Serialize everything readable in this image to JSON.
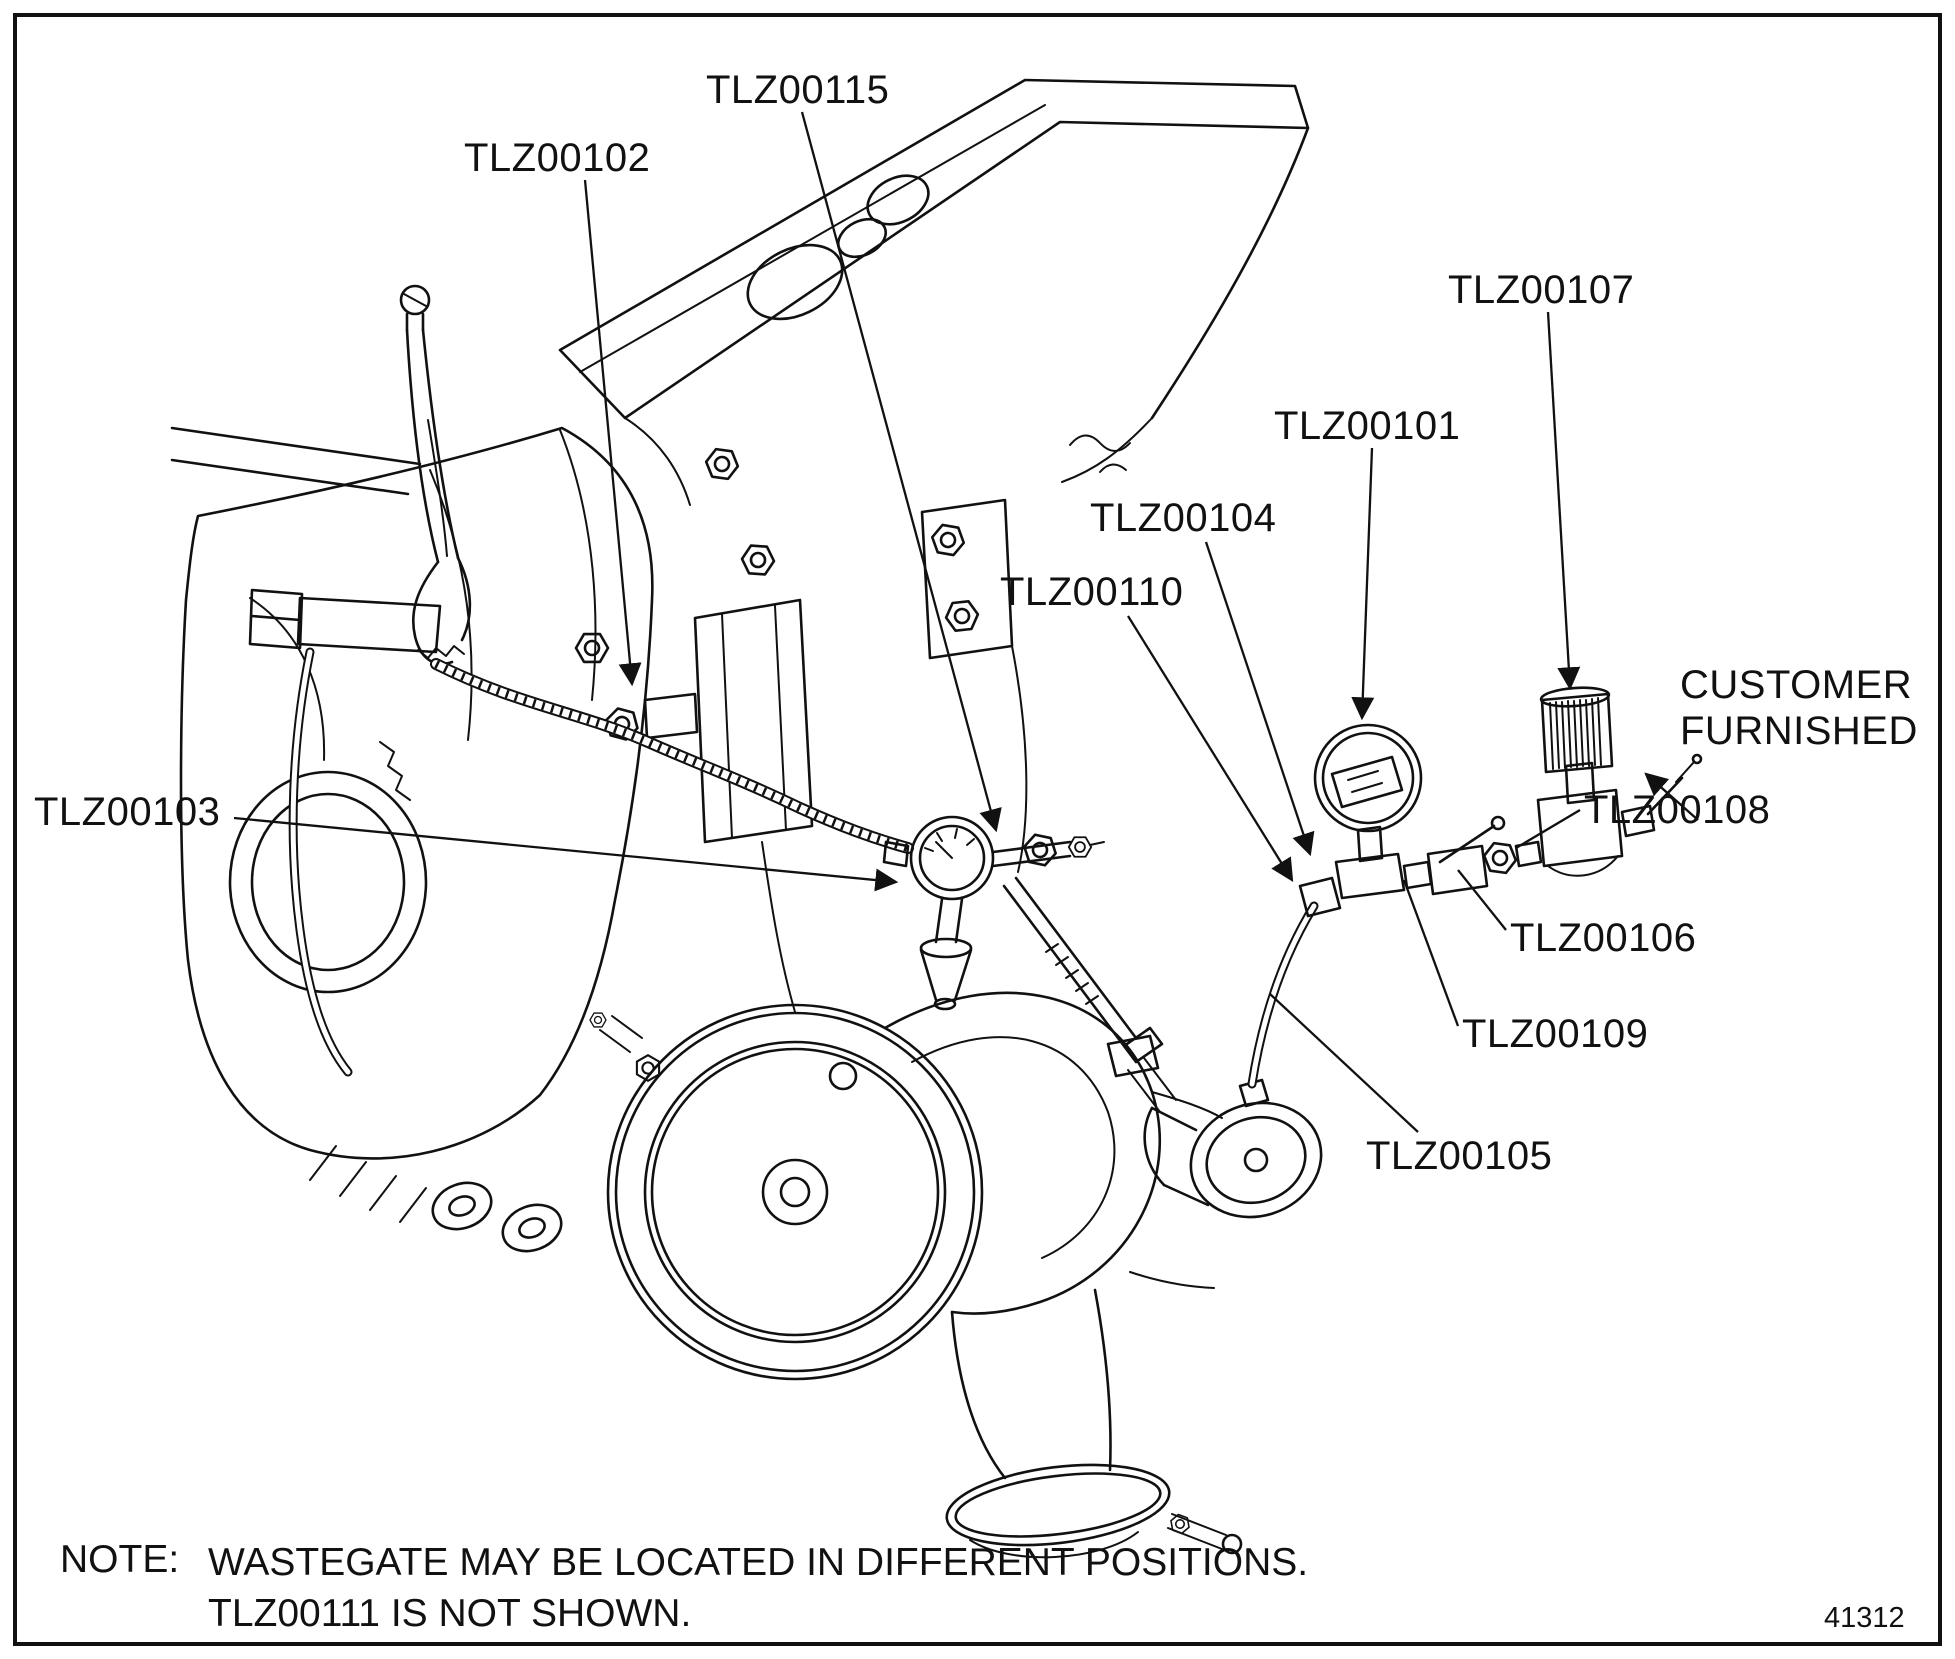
{
  "figure": {
    "note_label": "NOTE:",
    "note_line1": "WASTEGATE MAY BE LOCATED IN DIFFERENT POSITIONS.",
    "note_line2": "TLZ00111 IS NOT SHOWN.",
    "figure_number": "41312"
  },
  "callouts": {
    "tlz00115": "TLZ00115",
    "tlz00102": "TLZ00102",
    "tlz00107": "TLZ00107",
    "tlz00101": "TLZ00101",
    "tlz00104": "TLZ00104",
    "tlz00110": "TLZ00110",
    "tlz00103": "TLZ00103",
    "customer_furnished_line1": "CUSTOMER",
    "customer_furnished_line2": "FURNISHED",
    "tlz00108": "TLZ00108",
    "tlz00106": "TLZ00106",
    "tlz00109": "TLZ00109",
    "tlz00105": "TLZ00105"
  }
}
